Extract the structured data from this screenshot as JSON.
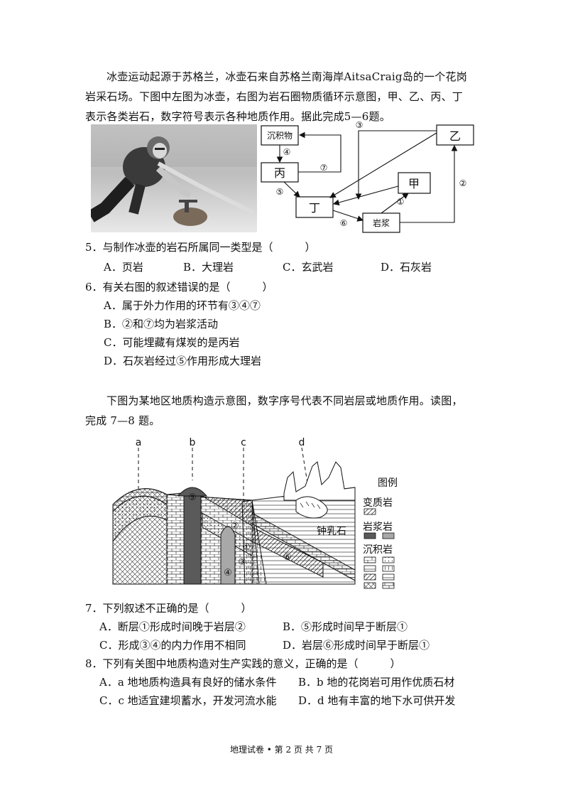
{
  "intro1": "冰壶运动起源于苏格兰，冰壶石来自苏格兰南海岸AitsaCraig岛的一个花岗岩采石场。下图中左图为冰壶，右图为岩石圈物质循环示意图，甲、乙、丙、丁表示各类岩石，数字符号表示各种地质作用。据此完成5—6题。",
  "cycle": {
    "boxes": {
      "sediment": "沉积物",
      "bing": "丙",
      "ding": "丁",
      "jia": "甲",
      "yi": "乙",
      "magma": "岩浆"
    },
    "nums": {
      "n1": "①",
      "n2": "②",
      "n3": "③",
      "n4": "④",
      "n5": "⑤",
      "n6": "⑥",
      "n7": "⑦"
    }
  },
  "q5": {
    "stem": "5．与制作冰壶的岩石所属同一类型是（　　　）",
    "options": [
      "A．页岩",
      "B．大理岩",
      "C．玄武岩",
      "D．石灰岩"
    ]
  },
  "q6": {
    "stem": "6．有关右图的叙述错误的是（　　　）",
    "options": [
      "A．属于外力作用的环节有③④⑦",
      "B．②和⑦均为岩浆活动",
      "C．可能埋藏有煤炭的是丙岩",
      "D．石灰岩经过⑤作用形成大理岩"
    ]
  },
  "intro2": "下图为某地区地质构造示意图，数字序号代表不同岩层或地质作用。读图，完成 7—8 题。",
  "geo": {
    "top_labels": [
      "a",
      "b",
      "c",
      "d"
    ],
    "nums": [
      "①",
      "②",
      "③",
      "④",
      "⑤",
      "⑥"
    ],
    "cave_label": "钟乳石",
    "legend_title": "图例",
    "legend_metamorphic": "变质岩",
    "legend_igneous": "岩浆岩",
    "legend_sedimentary": "沉积岩"
  },
  "q7": {
    "stem": "7．下列叙述不正确的是（　　　）",
    "options": [
      "A．断层①形成时间晚于岩层②",
      "B．⑤形成时间早于断层①",
      "C．形成③④的内力作用不相同",
      "D．岩层⑥形成时间早于断层①"
    ]
  },
  "q8": {
    "stem": "8．下列有关图中地质构造对生产实践的意义，正确的是（　　　）",
    "options": [
      "A．a 地地质构造具有良好的储水条件",
      "B．b 地的花岗岩可用作优质石材",
      "C．c 地适宜建坝蓄水，开发河流水能",
      "D．d 地有丰富的地下水可供开发"
    ]
  },
  "footer": "地理试卷 • 第 2 页 共 7 页"
}
